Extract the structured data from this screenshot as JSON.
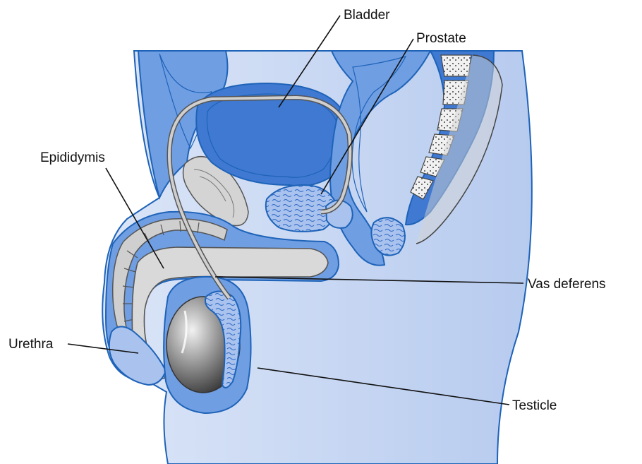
{
  "labels": {
    "bladder": "Bladder",
    "prostate": "Prostate",
    "epididymis": "Epididymis",
    "urethra": "Urethra",
    "vas_deferens": "Vas deferens",
    "testicle": "Testicle"
  },
  "colors": {
    "body_fill": "#c9d7f2",
    "tissue_light": "#a9c3ee",
    "tissue_mid": "#6f9ee3",
    "tissue_dark": "#3f79d1",
    "outline": "#1e63b8",
    "tube_grey": "#c9c9c9",
    "testicle_dark": "#3a3a3a",
    "testicle_light": "#e6e6e6"
  }
}
